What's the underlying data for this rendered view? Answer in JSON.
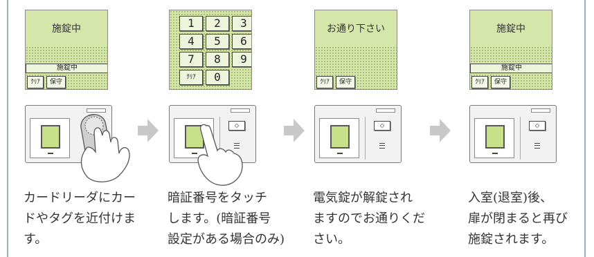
{
  "steps": [
    {
      "screen_top": "施錠中",
      "screen_bar": "施錠中",
      "btn_clear": "ｸﾘｱ",
      "btn_maint": "保守",
      "caption": [
        "カードリーダにカー",
        "ドやタグを近付けま",
        "す。"
      ]
    },
    {
      "keys": [
        "1",
        "2",
        "3",
        "4",
        "5",
        "6",
        "7",
        "8",
        "9",
        "ｸﾘｱ",
        "0"
      ],
      "caption": [
        "暗証番号をタッチ",
        "します。(暗証番号",
        "設定がある場合のみ)"
      ]
    },
    {
      "screen_top": "お通り下さい",
      "btn_clear": "ｸﾘｱ",
      "btn_maint": "保守",
      "caption": [
        "電気錠が解錠され",
        "ますのでお通りくだ",
        "さい。"
      ]
    },
    {
      "screen_top": "施錠中",
      "screen_bar": "施錠中",
      "btn_clear": "ｸﾘｱ",
      "btn_maint": "保守",
      "caption": [
        "入室(退室)後、",
        "扉が閉まると再び",
        "施錠されます。"
      ]
    }
  ],
  "icons": {
    "arrow": "right-arrow-icon",
    "hand": "hand-icon",
    "card": "card-icon",
    "key": "key-icon"
  },
  "colors": {
    "screen": "#d6e6aa",
    "lcd": "#c9e08a",
    "arrow": "#c8c8c8",
    "border": "#9ab0c4"
  }
}
